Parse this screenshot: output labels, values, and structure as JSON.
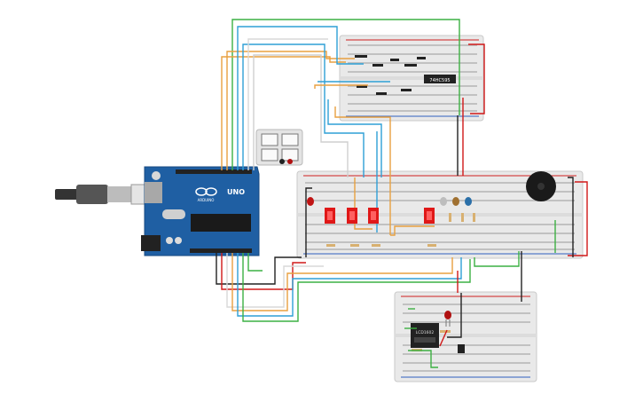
{
  "canvas": {
    "background": "#ffffff"
  },
  "arduino": {
    "brand": "ARDUINO",
    "model": "UNO",
    "board_color": "#1f5fa3"
  },
  "ic": {
    "part_label": "74HC595"
  },
  "lcd_module": {
    "label": "LCD1602"
  },
  "colors": {
    "breadboard": "#e8e8e8",
    "rail_red": "#d02020",
    "rail_blue": "#3060c0",
    "wire_green": "#3cb043",
    "wire_orange": "#e8a040",
    "wire_blue": "#2e9fd6",
    "wire_black": "#222222",
    "wire_red": "#d01818",
    "wire_grey": "#d8d8d8",
    "switch_red": "#e01818",
    "buzzer": "#1a1a1a"
  }
}
